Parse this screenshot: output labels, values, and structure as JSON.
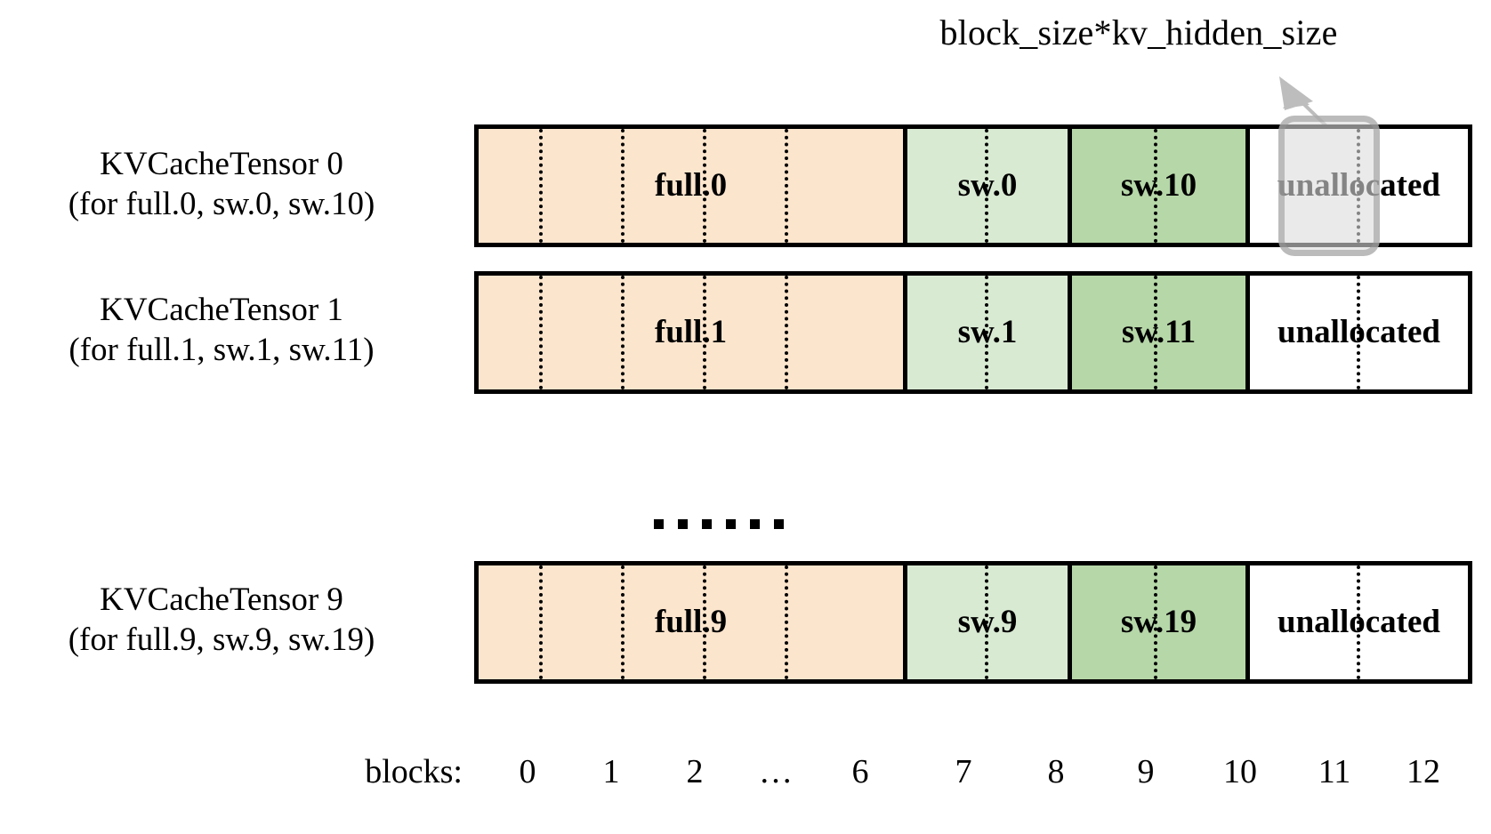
{
  "diagram": {
    "annotation": {
      "label": "block_size*kv_hidden_size",
      "arrow_icon": "arrow-up-left-icon"
    },
    "colors": {
      "full": "#fce5cd",
      "sw_light": "#d9ead3",
      "sw_dark": "#b6d7a8",
      "unallocated": "#ffffff",
      "border": "#000000",
      "callout": "#c8c8c8"
    },
    "rows": [
      {
        "title": "KVCacheTensor 0",
        "subtitle": "(for full.0, sw.0, sw.10)",
        "segments": [
          {
            "label": "full.0",
            "kind": "full",
            "blocks": 7
          },
          {
            "label": "sw.0",
            "kind": "sw-light",
            "blocks": 2
          },
          {
            "label": "sw.10",
            "kind": "sw-dark",
            "blocks": 2
          },
          {
            "label": "unallocated",
            "kind": "unalloc",
            "blocks": 2
          }
        ],
        "highlighted": true
      },
      {
        "title": "KVCacheTensor 1",
        "subtitle": "(for full.1, sw.1, sw.11)",
        "segments": [
          {
            "label": "full.1",
            "kind": "full",
            "blocks": 7
          },
          {
            "label": "sw.1",
            "kind": "sw-light",
            "blocks": 2
          },
          {
            "label": "sw.11",
            "kind": "sw-dark",
            "blocks": 2
          },
          {
            "label": "unallocated",
            "kind": "unalloc",
            "blocks": 2
          }
        ],
        "highlighted": false
      },
      {
        "title": "KVCacheTensor 9",
        "subtitle": "(for full.9, sw.9, sw.19)",
        "segments": [
          {
            "label": "full.9",
            "kind": "full",
            "blocks": 7
          },
          {
            "label": "sw.9",
            "kind": "sw-light",
            "blocks": 2
          },
          {
            "label": "sw.19",
            "kind": "sw-dark",
            "blocks": 2
          },
          {
            "label": "unallocated",
            "kind": "unalloc",
            "blocks": 2
          }
        ],
        "highlighted": false
      }
    ],
    "ellipsis": "......",
    "axis": {
      "title": "blocks:",
      "ticks": [
        "0",
        "1",
        "2",
        "…",
        "6",
        "7",
        "8",
        "9",
        "10",
        "11",
        "12"
      ]
    }
  }
}
